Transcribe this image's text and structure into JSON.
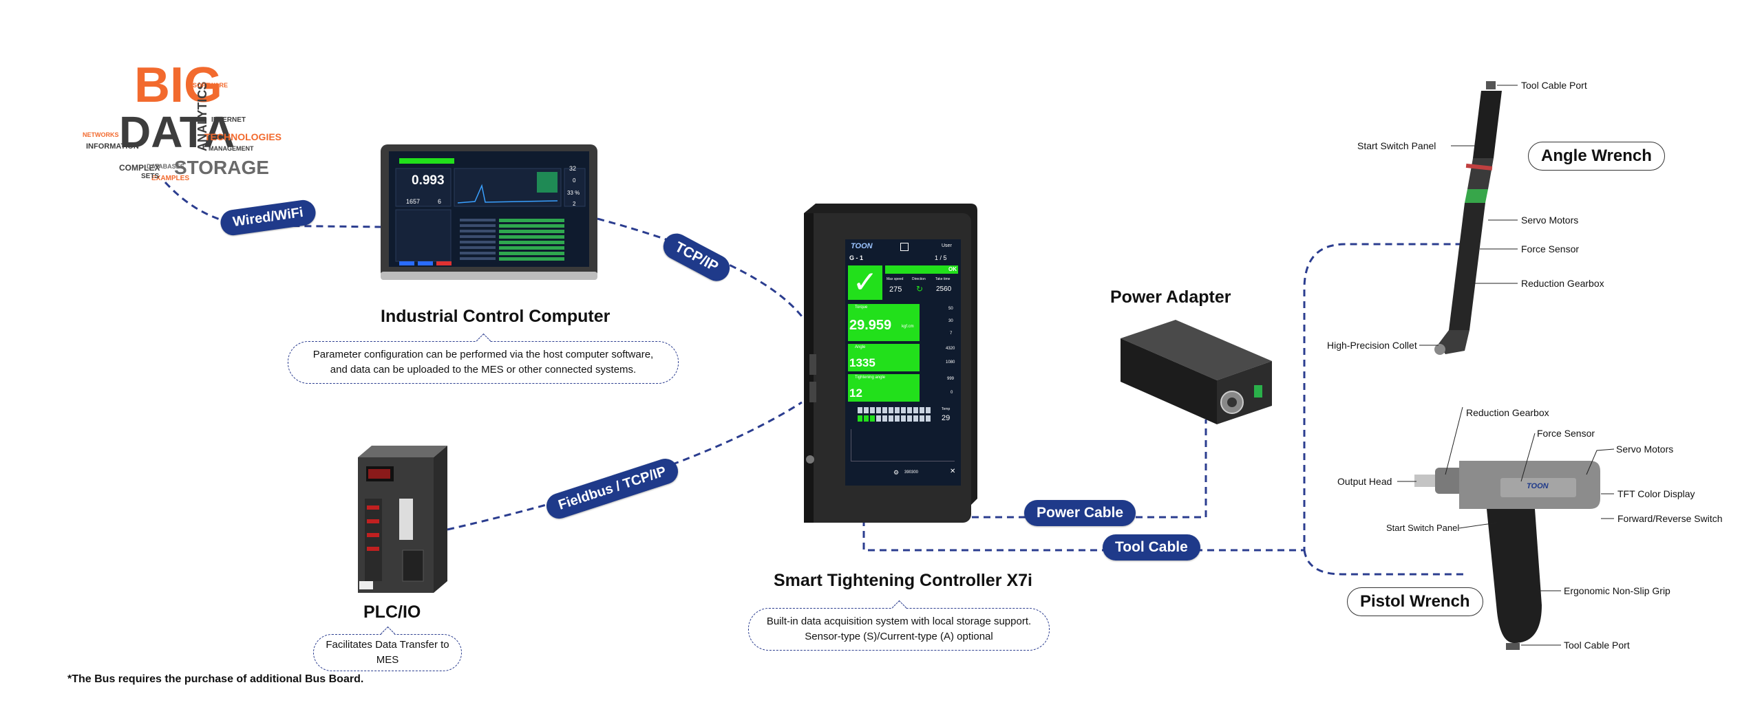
{
  "word_cloud": {
    "big": "BIG",
    "data": "DATA",
    "analytics": "ANALYTICS",
    "storage": "STORAGE",
    "technologies": "TECHNOLOGIES",
    "information": "INFORMATION",
    "complex": "COMPLEX",
    "databases": "DATABASES",
    "examples": "EXAMPLES",
    "management": "MANAGEMENT",
    "internet": "INTERNET",
    "software": "SOFTWARE",
    "networks": "NETWORKS",
    "sets": "SETS"
  },
  "connections": {
    "wired_wifi": "Wired/WiFi",
    "tcp_ip": "TCP/IP",
    "fieldbus": "Fieldbus / TCP/IP",
    "power_cable": "Power Cable",
    "tool_cable": "Tool Cable"
  },
  "computer": {
    "title": "Industrial Control Computer",
    "desc_line1": "Parameter configuration can be performed via the host computer software,",
    "desc_line2": "and data can be uploaded to the MES or other connected systems.",
    "screen_value": "0.993",
    "screen_v2": "1657",
    "screen_v3": "6",
    "screen_r1": "32",
    "screen_r2": "0",
    "screen_r3": "33 %",
    "screen_r4": "2"
  },
  "plc": {
    "title": "PLC/IO",
    "desc": "Facilitates Data Transfer to MES"
  },
  "controller": {
    "title": "Smart Tightening Controller X7i",
    "desc_line1": "Built-in data acquisition system with local storage support.",
    "desc_line2": "Sensor-type (S)/Current-type (A) optional",
    "screen": {
      "brand": "TOON",
      "user": "User",
      "group": "G - 1",
      "page": "1 / 5",
      "ok": "OK",
      "max_speed_label": "Max speed",
      "max_speed": "275",
      "direction_label": "Direction",
      "take_time_label": "Take time",
      "take_time": "2560",
      "torque_label": "Torque",
      "torque": "29.959",
      "torque_unit": "kgf.cm",
      "torque_hi": "50",
      "torque_mid": "30",
      "torque_lo": "7",
      "angle_label": "Angle",
      "angle": "1335",
      "angle_hi": "4320",
      "angle_lo": "1080",
      "tight_label": "Tightening angle",
      "tight": "12",
      "tight_hi": "999",
      "tight_lo": "0",
      "temp_label": "Temp",
      "temp": "29",
      "bottom_value": "390300"
    }
  },
  "power_adapter": {
    "title": "Power Adapter"
  },
  "angle_wrench": {
    "name": "Angle Wrench",
    "labels": {
      "tool_cable_port": "Tool Cable Port",
      "start_switch_panel": "Start Switch Panel",
      "servo_motors": "Servo Motors",
      "force_sensor": "Force Sensor",
      "reduction_gearbox": "Reduction Gearbox",
      "collet": "High-Precision Collet"
    }
  },
  "pistol_wrench": {
    "name": "Pistol Wrench",
    "labels": {
      "reduction_gearbox": "Reduction Gearbox",
      "force_sensor": "Force Sensor",
      "servo_motors": "Servo Motors",
      "output_head": "Output Head",
      "tft_display": "TFT Color Display",
      "start_switch_panel": "Start Switch Panel",
      "forward_reverse": "Forward/Reverse Switch",
      "grip": "Ergonomic Non-Slip Grip",
      "tool_cable_port": "Tool Cable Port"
    },
    "brand": "TOON"
  },
  "footnote": "*The Bus requires the purchase of additional Bus Board.",
  "colors": {
    "navy": "#1f3a8a",
    "dashed_line": "#2b3d8f",
    "screen_green": "#22e01b",
    "cloud_orange": "#f26a2e",
    "cloud_dark": "#3d3d3d"
  }
}
